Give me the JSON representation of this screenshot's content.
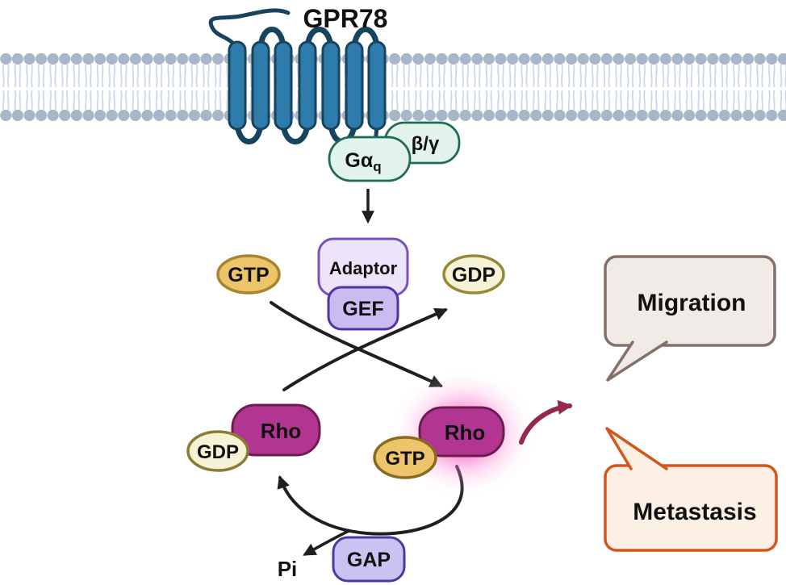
{
  "receptor": {
    "label": "GPR78",
    "helix_color": "#2e7cab",
    "outline_color": "#16435e"
  },
  "membrane": {
    "head_color": "#a9b5c9",
    "tail_color": "#cbd6e9"
  },
  "g_protein": {
    "alpha": {
      "main": "Gα",
      "sub": "q"
    },
    "beta_gamma": "β/γ",
    "fill": "#e2f3ec",
    "border": "#1f6b58"
  },
  "cycle": {
    "gtp_in": "GTP",
    "gdp_out": "GDP",
    "adaptor": "Adaptor",
    "gef": "GEF",
    "gap": "GAP",
    "pi": "Pi",
    "rho_gdp": {
      "rho": "Rho",
      "nucleotide": "GDP"
    },
    "rho_gtp": {
      "rho": "Rho",
      "nucleotide": "GTP"
    },
    "gtp_fill": "#ecc46a",
    "gtp_border": "#a9842c",
    "gdp_fill": "#f5f2d6",
    "gdp_border": "#968838",
    "adaptor_fill": "#ece4f8",
    "adaptor_border": "#7a52c0",
    "gef_fill": "#c9bcf0",
    "gef_border": "#5431a6",
    "gap_fill": "#ccc2f2",
    "gap_border": "#4a3aa8",
    "rho_fill": "#b23691",
    "rho_border": "#6e1b4f",
    "glow_color": "#ff4ec6",
    "arrow_color": "#1f1f1f"
  },
  "outcomes": {
    "migration": "Migration",
    "metastasis": "Metastasis",
    "migration_fill": "#f0ebe7",
    "migration_border": "#857068",
    "metastasis_fill": "#fcefe4",
    "metastasis_border": "#d2571e",
    "effect_arrow_color": "#93294c"
  }
}
